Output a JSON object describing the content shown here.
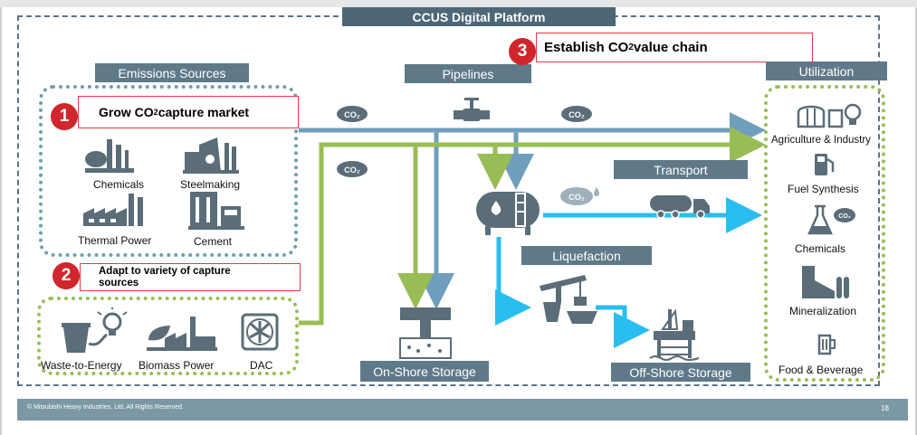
{
  "platform": {
    "title": "CCUS Digital Platform"
  },
  "sections": {
    "emissions": "Emissions Sources",
    "pipelines": "Pipelines",
    "utilization": "Utilization",
    "transport": "Transport",
    "liquefaction": "Liquefaction",
    "onshore": "On-Shore Storage",
    "offshore": "Off-Shore Storage"
  },
  "goals": [
    {
      "number": "1",
      "text_pre": "Grow CO",
      "sub": "2",
      "text_post": " capture market"
    },
    {
      "number": "2",
      "text": "Adapt to variety of capture sources"
    },
    {
      "number": "3",
      "text_pre": "Establish CO",
      "sub": "2",
      "text_post": " value chain"
    }
  ],
  "emission_sources": [
    "Chemicals",
    "Steelmaking",
    "Thermal Power",
    "Cement"
  ],
  "other_sources": [
    "Waste-to-Energy",
    "Biomass Power",
    "DAC"
  ],
  "utilization_items": [
    "Agriculture & Industry",
    "Fuel Synthesis",
    "Chemicals",
    "Mineralization",
    "Food & Beverage"
  ],
  "co2_badge": "CO₂",
  "footer": {
    "copyright": "© Mitsubishi Heavy Industries, Ltd.  All Rights Reserved.",
    "page": "18"
  },
  "colors": {
    "blue_flow": "#6f9fbd",
    "green_flow": "#99bd55",
    "cyan_flow": "#29bdf0",
    "label_bar": "#5f7989",
    "accent_red": "#d0262c"
  }
}
